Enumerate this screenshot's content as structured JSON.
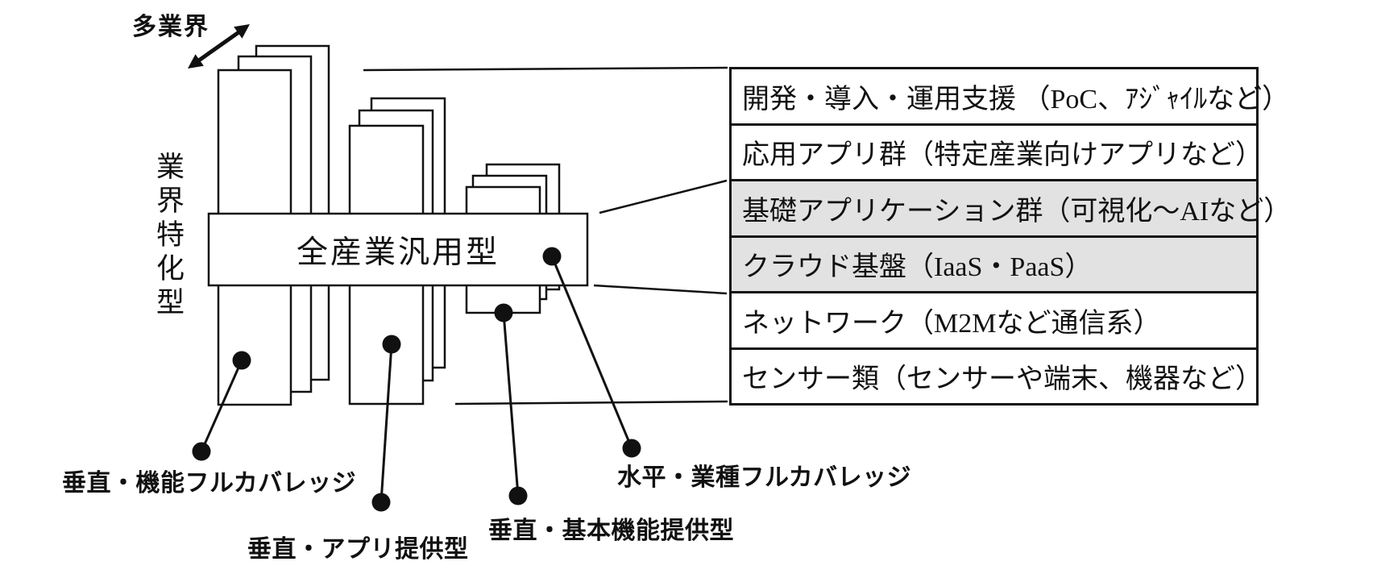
{
  "diagram": {
    "top_axis_label": "多業界",
    "left_axis_label": "業界特化型",
    "bar_label": "全産業汎用型",
    "bottom_labels": [
      "垂直・機能フルカバレッジ",
      "垂直・アプリ提供型",
      "垂直・基本機能提供型",
      "水平・業種フルカバレッジ"
    ],
    "icons": {
      "multi_industry_arrow": "double-headed-diagonal-arrow"
    }
  },
  "table": {
    "rows": [
      {
        "label": "開発・導入・運用支援 （PoC、ｱｼﾞｬｲﾙなど）",
        "shaded": false
      },
      {
        "label": "応用アプリ群（特定産業向けアプリなど）",
        "shaded": false
      },
      {
        "label": "基礎アプリケーション群（可視化～AIなど）",
        "shaded": true
      },
      {
        "label": "クラウド基盤（IaaS・PaaS）",
        "shaded": true
      },
      {
        "label": "ネットワーク（M2Mなど通信系）",
        "shaded": false
      },
      {
        "label": "センサー類（センサーや端末、機器など）",
        "shaded": false
      }
    ]
  },
  "colors": {
    "shaded_row": "#e2e2e2",
    "line": "#111111",
    "background": "#ffffff"
  }
}
